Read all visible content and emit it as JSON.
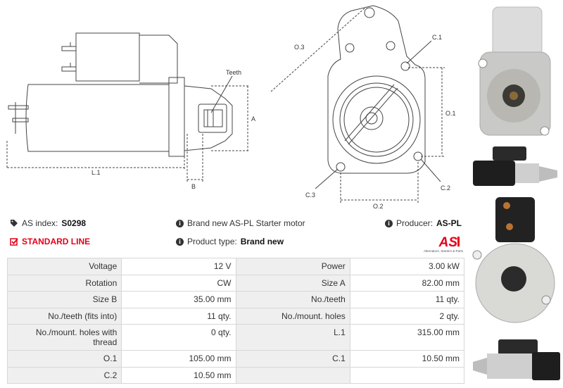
{
  "drawing": {
    "labels": {
      "teeth": "Teeth",
      "l1": "L.1",
      "b": "B",
      "a": "A",
      "o3": "O.3",
      "c1": "C.1",
      "o1": "O.1",
      "c3": "C.3",
      "c2": "C.2",
      "o2": "O.2"
    }
  },
  "info": {
    "as_index_label": "AS index:",
    "as_index_value": "S0298",
    "line": "STANDARD LINE",
    "description": "Brand new AS-PL Starter motor",
    "product_type_label": "Product type:",
    "product_type_value": "Brand new",
    "producer_label": "Producer:",
    "producer_value": "AS-PL"
  },
  "logo": {
    "text": "AS",
    "tagline": "Alternators, Starters & Parts"
  },
  "icons": {
    "tag": "tag-icon",
    "checkbox": "checkbox-checked-icon",
    "info": "info-circle-icon"
  },
  "colors": {
    "accent": "#e2001a",
    "label_bg": "#efefef",
    "border": "#d7d7d7"
  },
  "specs": {
    "rows": [
      [
        {
          "label": "Voltage",
          "value": "12 V"
        },
        {
          "label": "Power",
          "value": "3.00 kW"
        }
      ],
      [
        {
          "label": "Rotation",
          "value": "CW"
        },
        {
          "label": "Size A",
          "value": "82.00 mm"
        }
      ],
      [
        {
          "label": "Size B",
          "value": "35.00 mm"
        },
        {
          "label": "No./teeth",
          "value": "11 qty."
        }
      ],
      [
        {
          "label": "No./teeth (fits into)",
          "value": "11 qty."
        },
        {
          "label": "No./mount. holes",
          "value": "2 qty."
        }
      ],
      [
        {
          "label": "No./mount. holes with thread",
          "value": "0 qty."
        },
        {
          "label": "L.1",
          "value": "315.00 mm"
        }
      ],
      [
        {
          "label": "O.1",
          "value": "105.00 mm"
        },
        {
          "label": "C.1",
          "value": "10.50 mm"
        }
      ],
      [
        {
          "label": "C.2",
          "value": "10.50 mm"
        },
        {
          "label": "",
          "value": ""
        }
      ]
    ]
  }
}
